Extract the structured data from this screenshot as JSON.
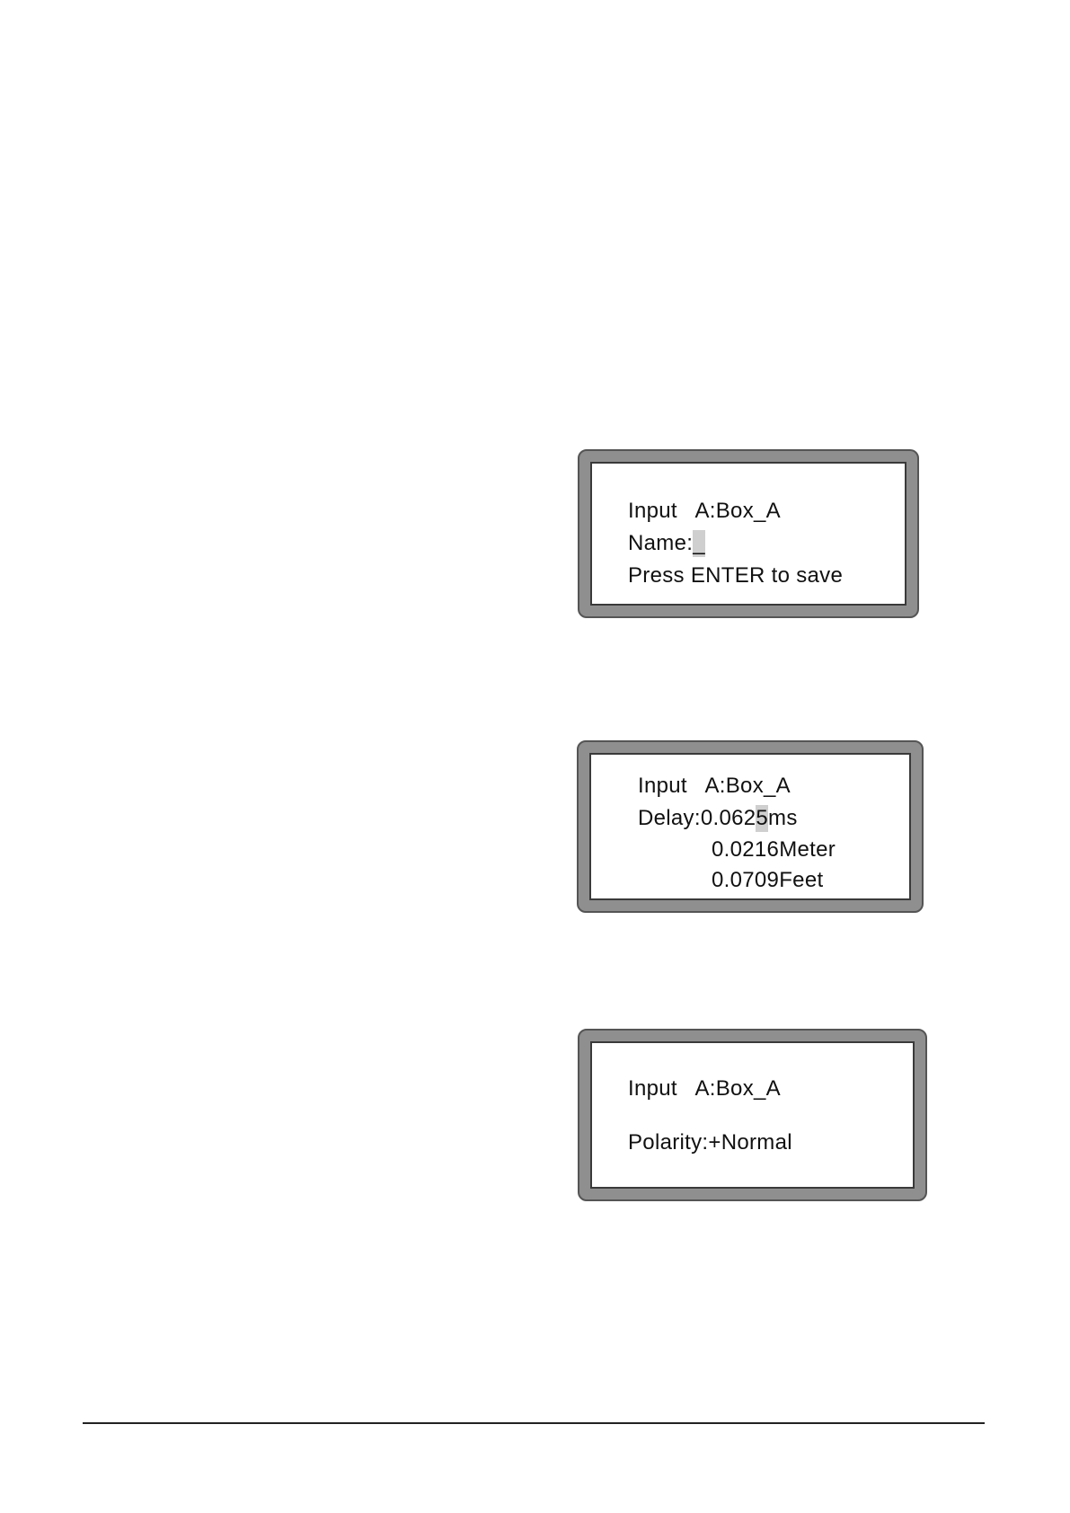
{
  "screens": [
    {
      "line1": "Input   A:Box_A",
      "name_label": "Name:",
      "name_cursor": "_",
      "line3": "Press ENTER to save"
    },
    {
      "line1": "Input   A:Box_A",
      "delay_label": "Delay:",
      "delay_pre": "0.062",
      "delay_cursor": "5",
      "delay_unit": "ms",
      "meter": "0.0216Meter",
      "feet": "0.0709Feet"
    },
    {
      "line1": "Input   A:Box_A",
      "polarity": "Polarity:+Normal"
    }
  ]
}
